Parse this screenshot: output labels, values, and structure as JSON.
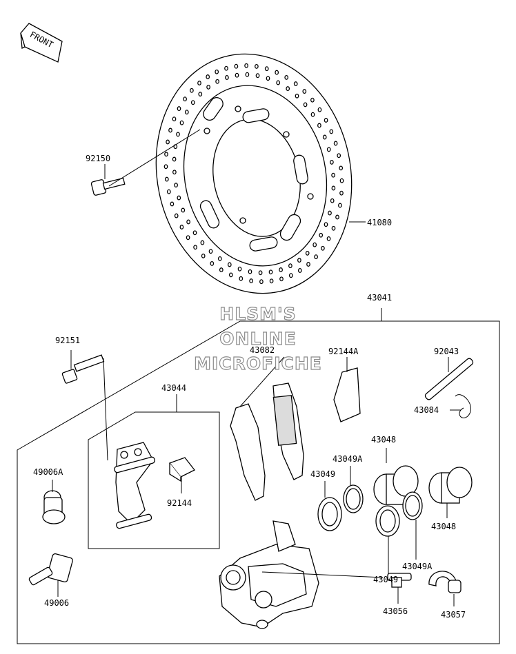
{
  "front_arrow": {
    "text": "FRONT"
  },
  "watermark": {
    "line1": "HLSM'S",
    "line2": "ONLINE",
    "line3": "MICROFICHE"
  },
  "labels": {
    "p92150": "92150",
    "p41080": "41080",
    "p43041": "43041",
    "p92151": "92151",
    "p43082": "43082",
    "p92144A": "92144A",
    "p92043": "92043",
    "p43044": "43044",
    "p43084": "43084",
    "p43048a": "43048",
    "p49006A": "49006A",
    "p43049Aa": "43049A",
    "p43049a": "43049",
    "p92144": "92144",
    "p43048b": "43048",
    "p43049b": "43049",
    "p43049Ab": "43049A",
    "p49006": "49006",
    "p43056": "43056",
    "p43057": "43057"
  },
  "colors": {
    "line": "#000000",
    "watermark_outline": "#8c8c8c",
    "background": "#ffffff"
  }
}
